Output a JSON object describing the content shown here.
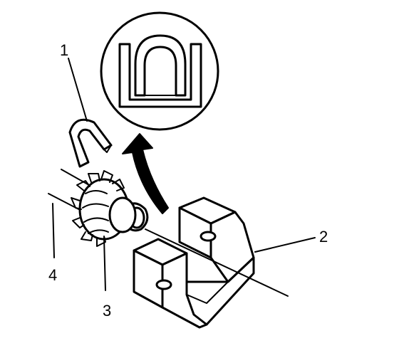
{
  "callouts": {
    "c1": "1",
    "c2": "2",
    "c3": "3",
    "c4": "4"
  },
  "colors": {
    "ink": "#000000",
    "paper": "#ffffff"
  }
}
